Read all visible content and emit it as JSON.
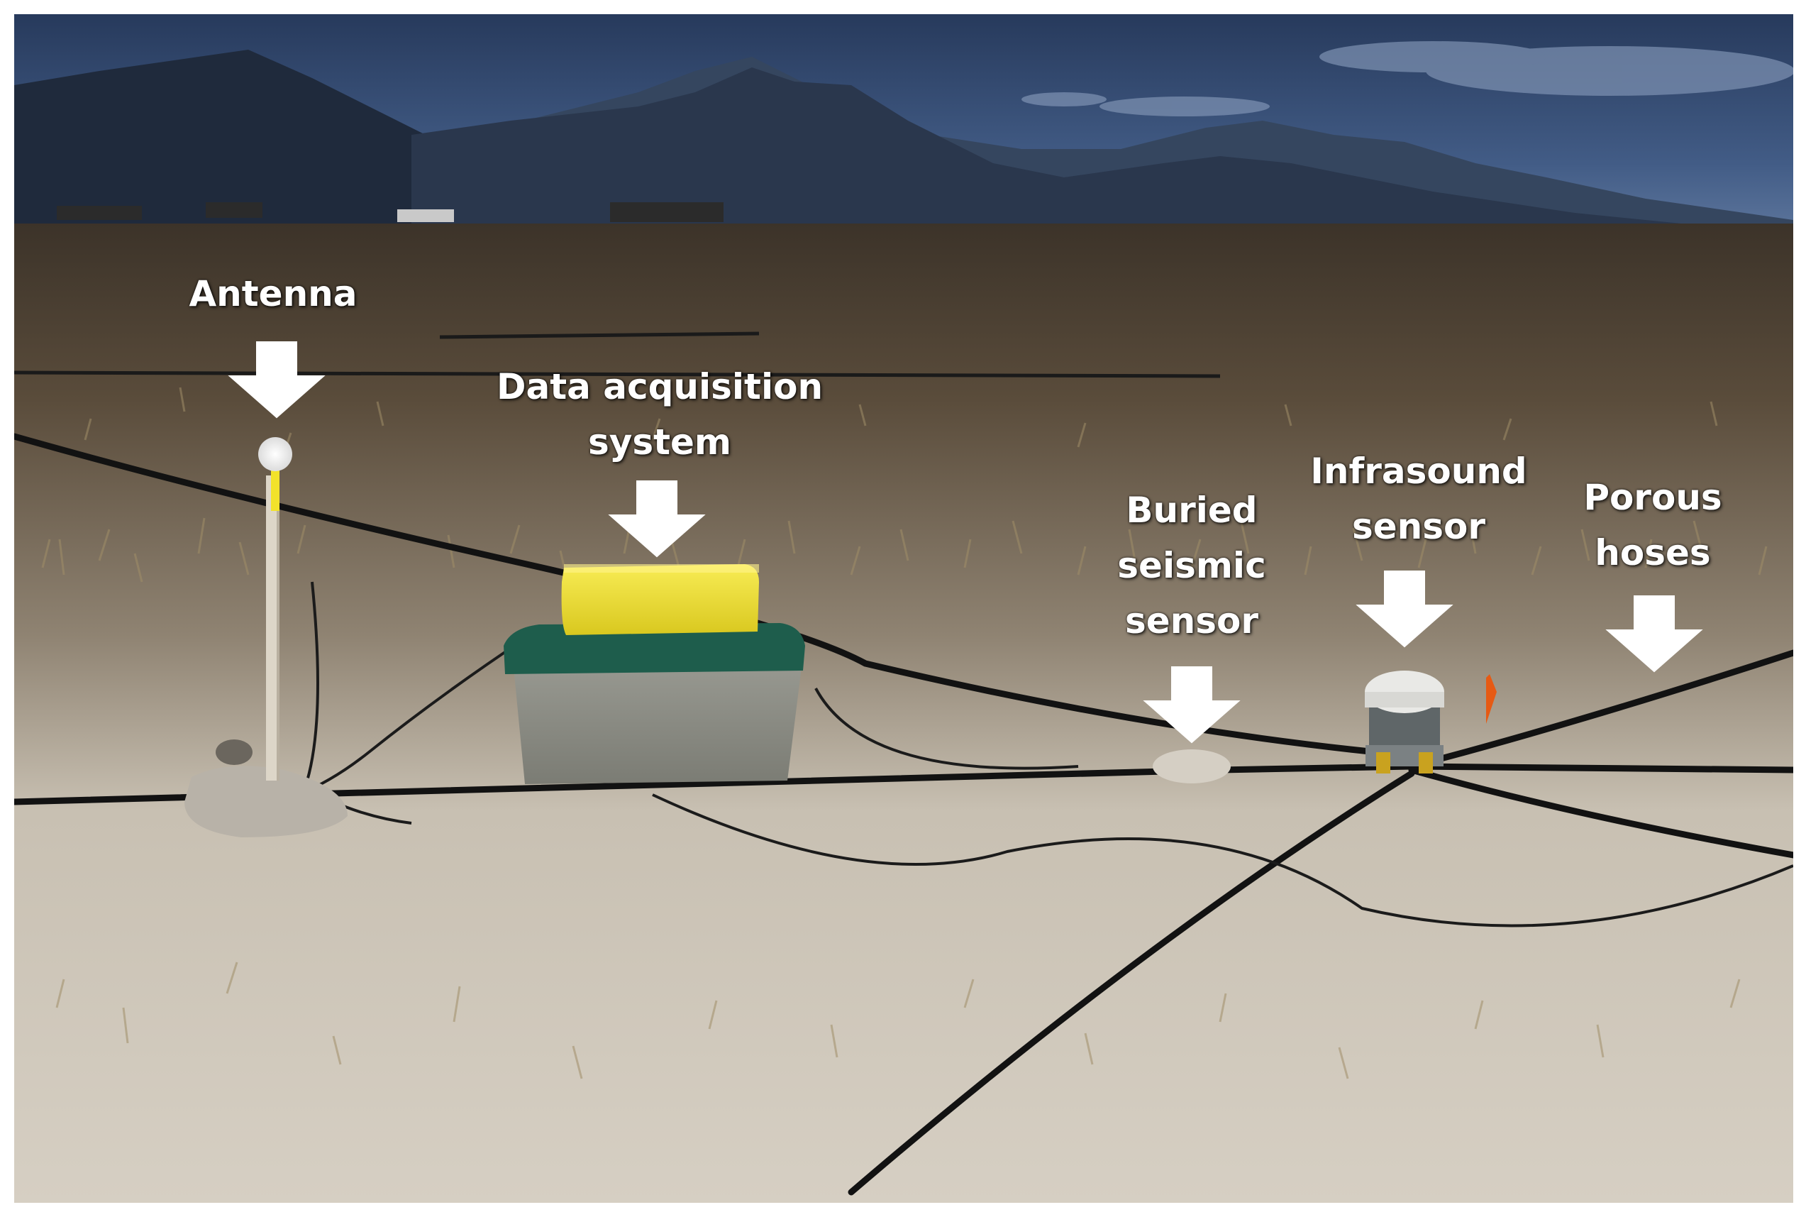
{
  "labels": {
    "antenna": [
      "Antenna"
    ],
    "daq": [
      "Data acquisition",
      "system"
    ],
    "seismic": [
      "Buried",
      "seismic",
      "sensor"
    ],
    "infrasound": [
      "Infrasound",
      "sensor"
    ],
    "hoses": [
      "Porous",
      "hoses"
    ]
  },
  "colors": {
    "sky_top": "#2b3f62",
    "sky_bottom": "#4c668f",
    "mountains": "#1f2a3c",
    "ground": "#c9c1b4",
    "grass": "#8a7a5a",
    "hose": "#141414",
    "case_yellow": "#f3e43a",
    "bin_green": "#1e5d4c",
    "bin_gray": "#8b8c84",
    "label_text": "#ffffff"
  }
}
